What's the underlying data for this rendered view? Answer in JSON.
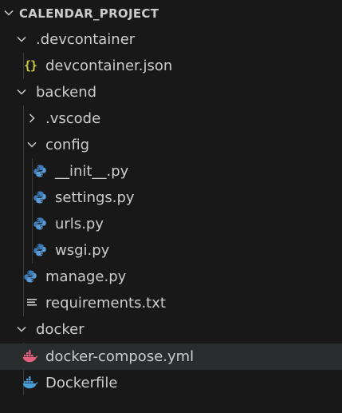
{
  "explorer": {
    "root": {
      "label": "CALENDAR_PROJECT",
      "expanded": true
    },
    "items": [
      {
        "label": ".devcontainer",
        "type": "folder",
        "expanded": true,
        "icon": "chevron-down-icon"
      },
      {
        "label": "devcontainer.json",
        "type": "file",
        "icon": "json-braces-icon",
        "icon_glyph": "{}"
      },
      {
        "label": "backend",
        "type": "folder",
        "expanded": true,
        "icon": "chevron-down-icon"
      },
      {
        "label": ".vscode",
        "type": "folder",
        "expanded": false,
        "icon": "chevron-right-icon"
      },
      {
        "label": "config",
        "type": "folder",
        "expanded": true,
        "icon": "chevron-down-icon"
      },
      {
        "label": "__init__.py",
        "type": "file",
        "icon": "python-icon"
      },
      {
        "label": "settings.py",
        "type": "file",
        "icon": "python-icon"
      },
      {
        "label": "urls.py",
        "type": "file",
        "icon": "python-icon"
      },
      {
        "label": "wsgi.py",
        "type": "file",
        "icon": "python-icon"
      },
      {
        "label": "manage.py",
        "type": "file",
        "icon": "python-icon"
      },
      {
        "label": "requirements.txt",
        "type": "file",
        "icon": "text-lines-icon"
      },
      {
        "label": "docker",
        "type": "folder",
        "expanded": true,
        "icon": "chevron-down-icon"
      },
      {
        "label": "docker-compose.yml",
        "type": "file",
        "icon": "docker-whale-icon",
        "selected": true
      },
      {
        "label": "Dockerfile",
        "type": "file",
        "icon": "docker-whale-icon"
      }
    ]
  },
  "colors": {
    "background": "#181818",
    "text": "#cccccc",
    "selected_row": "#2a2d2e",
    "json_icon": "#cbcb41",
    "python_blue": "#3d7bb8",
    "python_light": "#5b9bd5",
    "docker_compose_pink": "#e0607e",
    "docker_blue": "#4a9fd8",
    "text_icon": "#cccccc"
  }
}
